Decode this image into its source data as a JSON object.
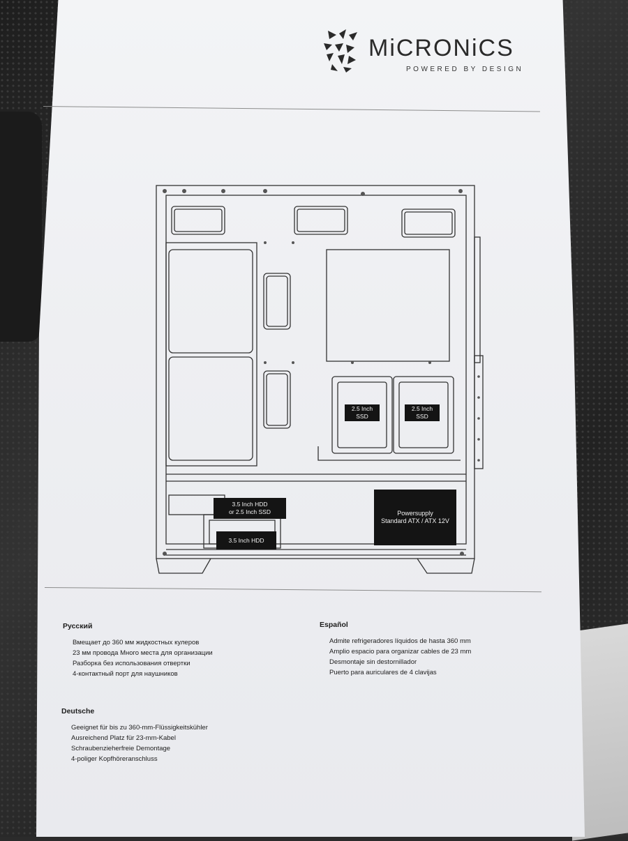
{
  "brand": {
    "name": "MiCRONiCS",
    "tagline": "POWERED BY DESIGN"
  },
  "diagram": {
    "labels": {
      "ssd_left": "2.5 Inch SSD",
      "ssd_right": "2.5 Inch SSD",
      "hdd_upper": [
        "3.5 Inch HDD",
        "or 2.5 Inch SSD"
      ],
      "hdd_lower": "3.5 Inch HDD",
      "psu": [
        "Powersupply",
        "Standard ATX / ATX 12V"
      ]
    }
  },
  "sections": {
    "russian": {
      "title": "Русский",
      "items": [
        "Вмещает до 360 мм жидкостных кулеров",
        "23 мм провода Много места для организации",
        "Разборка без использования отвертки",
        "4-контактный порт для наушников"
      ]
    },
    "spanish": {
      "title": "Español",
      "items": [
        "Admite refrigeradores líquidos de hasta 360 mm",
        "Amplio espacio para organizar cables de 23 mm",
        "Desmontaje sin destornillador",
        "Puerto para auriculares de 4 clavijas"
      ]
    },
    "german": {
      "title": "Deutsche",
      "items": [
        "Geeignet für bis zu 360-mm-Flüssigkeitskühler",
        "Ausreichend Platz für 23-mm-Kabel",
        "Schraubenzieherfreie Demontage",
        "4-poliger Kopfhöreranschluss"
      ]
    }
  }
}
